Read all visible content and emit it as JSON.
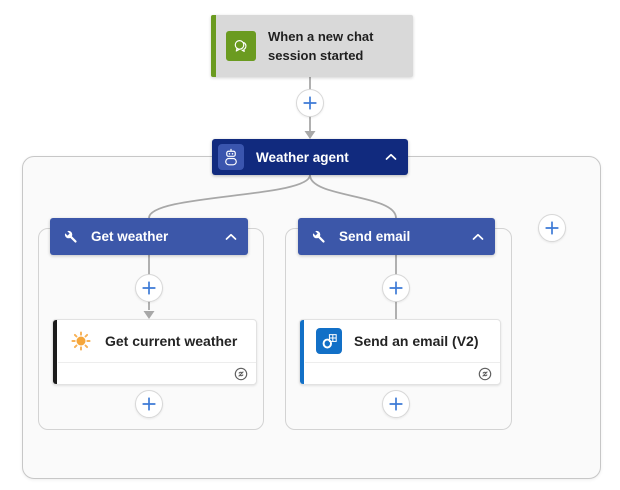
{
  "colors": {
    "trigger_fill": "#d9d9d9",
    "trigger_green": "#6b9b20",
    "agent_navy": "#112a7e",
    "agent_icon_blue": "#3a55ae",
    "branch_blue": "#3c57a9",
    "outlook_blue": "#1270c7",
    "action_stripe_black": "#1b1b1b",
    "plus_blue": "#3d7ad6",
    "connector_gray": "#a8a8a8",
    "sun_orange": "#f6a63a",
    "scope_fill": "#fafafa"
  },
  "trigger": {
    "title": "When a new chat session started",
    "icon": "chat-icon"
  },
  "agent": {
    "label": "Weather agent",
    "icon": "bot-icon",
    "collapse_icon": "chevron-up-icon"
  },
  "branches": [
    {
      "label": "Get weather",
      "icon": "wrench-icon",
      "collapse_icon": "chevron-up-icon",
      "action": {
        "title": "Get current weather",
        "icon": "sun-icon",
        "badge_icon": "connection-icon"
      }
    },
    {
      "label": "Send email",
      "icon": "wrench-icon",
      "collapse_icon": "chevron-up-icon",
      "action": {
        "title": "Send an email (V2)",
        "icon": "outlook-icon",
        "badge_icon": "connection-icon"
      }
    }
  ],
  "buttons": {
    "insert_step_icon": "plus-icon",
    "add_action_icon": "plus-icon",
    "add_branch_icon": "plus-icon"
  }
}
